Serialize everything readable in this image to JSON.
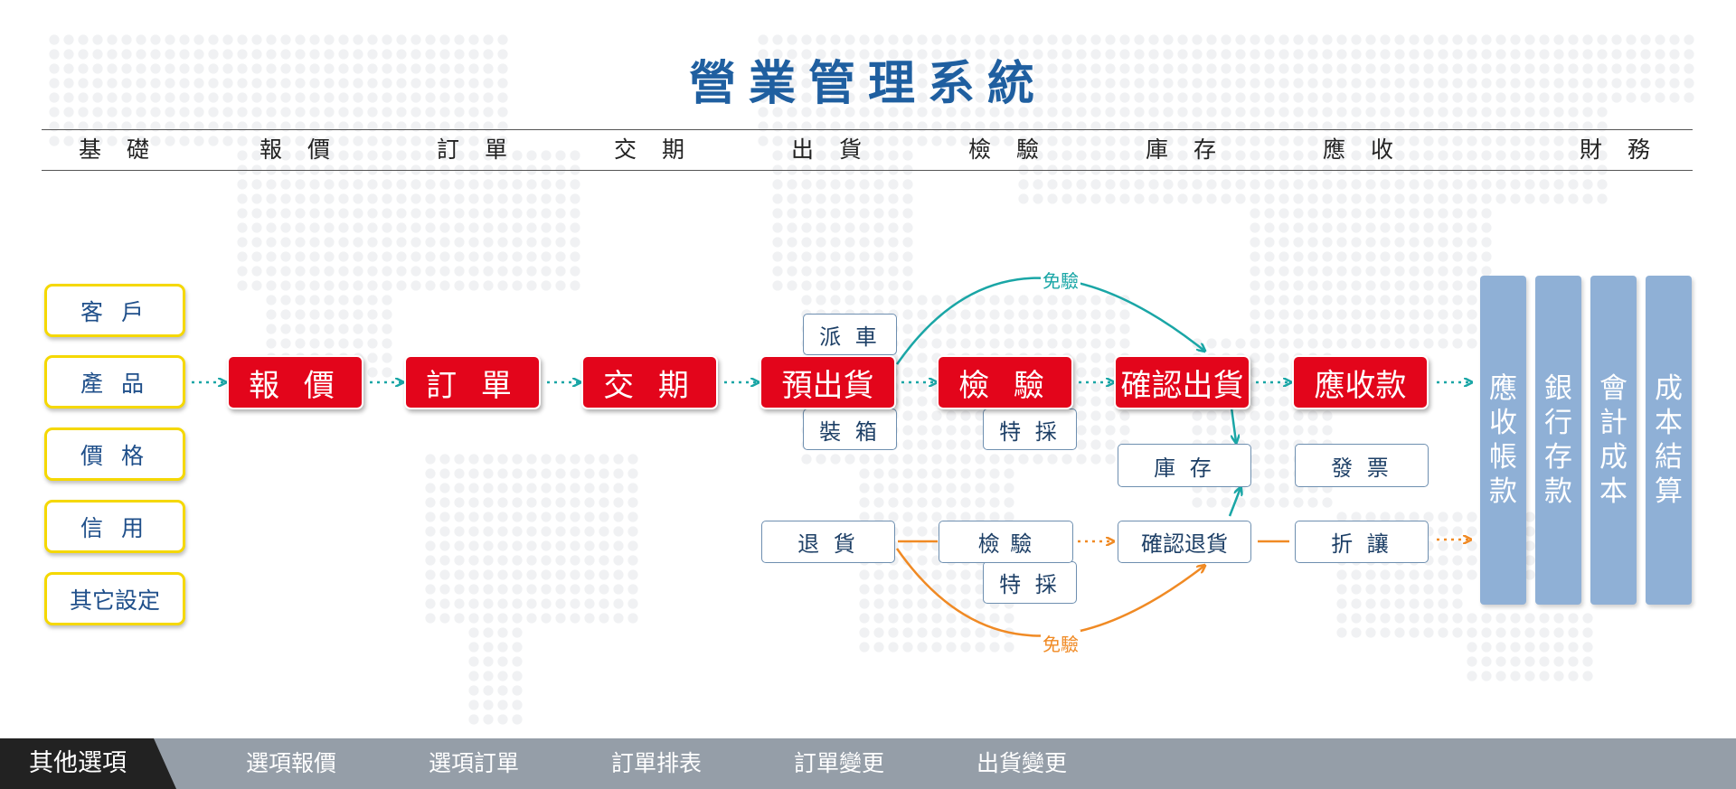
{
  "title": "營業管理系統",
  "columns": [
    "基 礎",
    "報 價",
    "訂 單",
    "交 期",
    "出 貨",
    "檢 驗",
    "庫 存",
    "應 收",
    "財 務"
  ],
  "base_items": [
    "客 戶",
    "產 品",
    "價 格",
    "信 用",
    "其它設定"
  ],
  "main_flow": [
    "報 價",
    "訂 單",
    "交 期",
    "預出貨",
    "檢 驗",
    "確認出貨",
    "應收款"
  ],
  "sub_boxes": {
    "dispatch": "派 車",
    "packing": "裝 箱",
    "special_purchase": "特 採",
    "inventory": "庫 存",
    "invoice": "發 票",
    "returns": "退 貨",
    "return_inspection": "檢 驗",
    "return_special": "特 採",
    "confirm_return": "確認退貨",
    "discount": "折 讓"
  },
  "labels": {
    "exempt_top": "免驗",
    "exempt_bottom": "免驗"
  },
  "finance": [
    [
      "應",
      "收",
      "帳",
      "款"
    ],
    [
      "銀",
      "行",
      "存",
      "款"
    ],
    [
      "會",
      "計",
      "成",
      "本"
    ],
    [
      "成",
      "本",
      "結",
      "算"
    ]
  ],
  "bottom_nav": {
    "active": "其他選項",
    "items": [
      "選項報價",
      "選項訂單",
      "訂單排表",
      "訂單變更",
      "出貨變更"
    ]
  },
  "colors": {
    "title": "#1f5fa0",
    "red_box": "#e3051b",
    "yellow_border": "#f5d800",
    "teal_arrow": "#1aa6a6",
    "orange_arrow": "#f08a24",
    "finance_blue": "#8fb0d6",
    "bottom_bar": "#959ea8"
  }
}
